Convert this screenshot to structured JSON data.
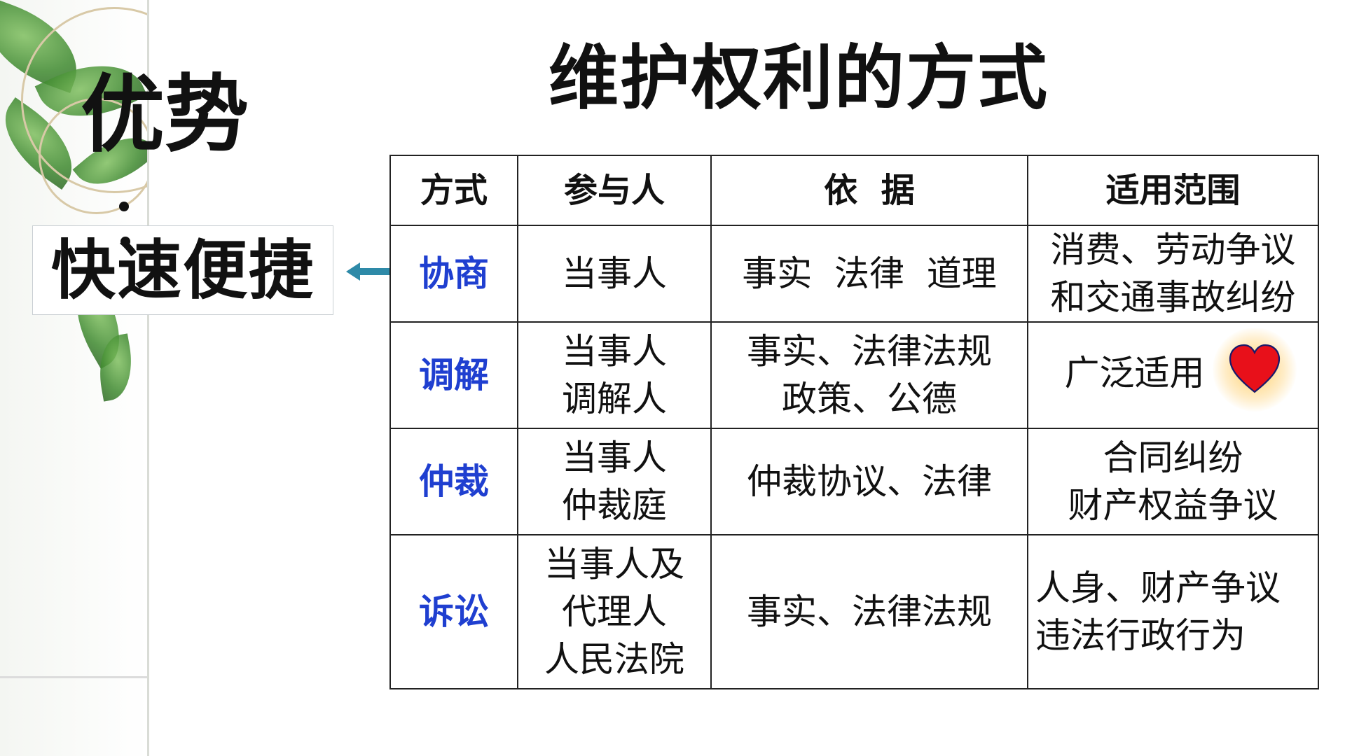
{
  "title": "维护权利的方式",
  "advantage_label": "优势",
  "advantage_value": "快速便捷",
  "table": {
    "headers": [
      "方式",
      "参与人",
      "依  据",
      "适用范围"
    ],
    "rows": [
      {
        "method": "协商",
        "participants": [
          "当事人"
        ],
        "basis": [
          "事实  法律  道理"
        ],
        "scope": [
          "消费、劳动争议",
          "和交通事故纠纷"
        ]
      },
      {
        "method": "调解",
        "participants": [
          "当事人",
          "调解人"
        ],
        "basis": [
          "事实、法律法规",
          "政策、公德"
        ],
        "scope": [
          "广泛适用"
        ]
      },
      {
        "method": "仲裁",
        "participants": [
          "当事人",
          "仲裁庭"
        ],
        "basis": [
          "仲裁协议、法律"
        ],
        "scope": [
          "合同纠纷",
          "财产权益争议"
        ]
      },
      {
        "method": "诉讼",
        "participants": [
          "当事人及",
          "代理人",
          "人民法院"
        ],
        "basis": [
          "事实、法律法规"
        ],
        "scope": [
          "人身、财产争议",
          "违法行政行为"
        ]
      }
    ]
  },
  "colors": {
    "method": "#1f3fd0",
    "heart": "#e8101a",
    "arrow": "#2e8aa8"
  }
}
